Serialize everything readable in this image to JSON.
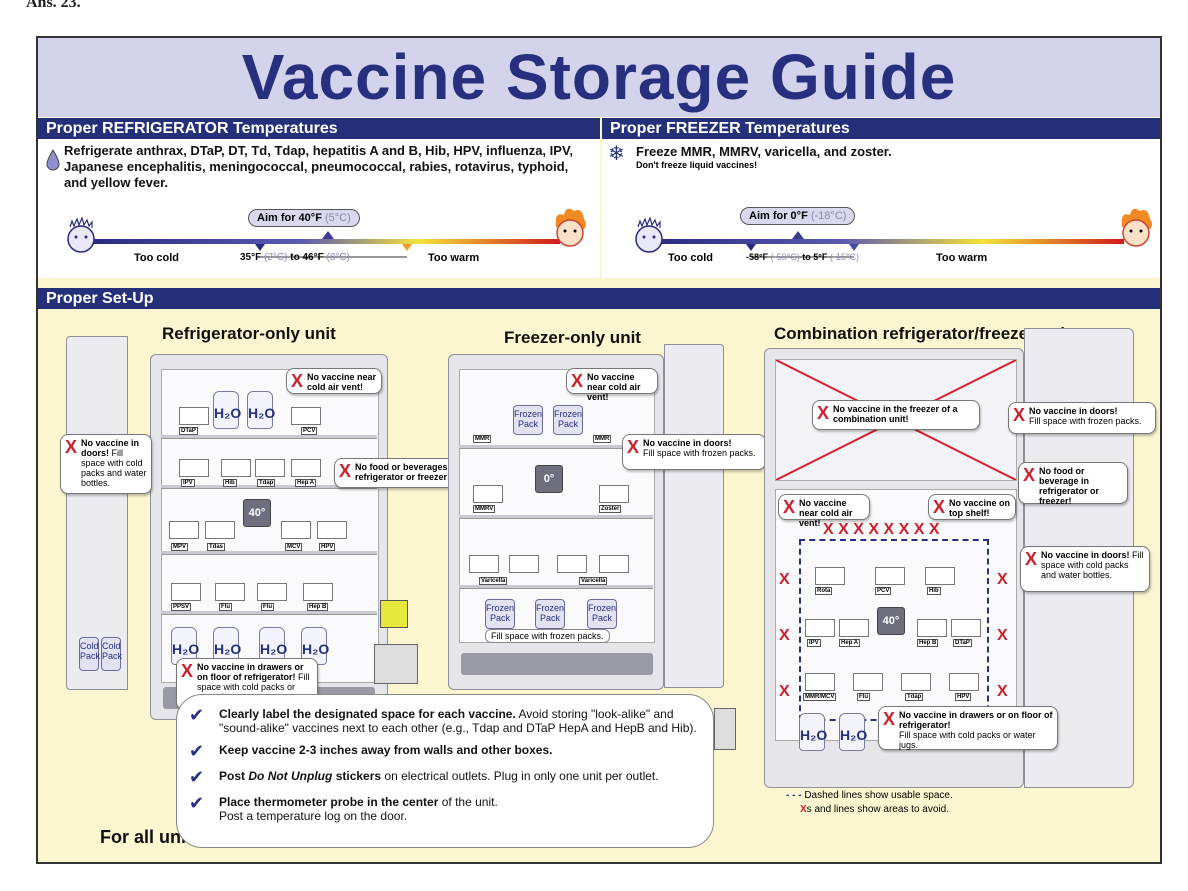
{
  "corner_text": "Ans. 23.",
  "title": "Vaccine Storage Guide",
  "refrigerator": {
    "heading": "Proper REFRIGERATOR Temperatures",
    "text": "Refrigerate anthrax, DTaP, DT, Td, Tdap, hepatitis A and B, Hib, HPV, influenza, IPV, Japanese encephalitis, meningococcal, pneumococcal, rabies, rotavirus, typhoid, and yellow fever.",
    "aim": "Aim for 40°F",
    "aim_c": "(5°C)",
    "too_cold": "Too cold",
    "too_warm": "Too warm",
    "range": "35°F",
    "range_c1": "(2°C)",
    "range_to": "to 46°F",
    "range_c2": "(8°C)"
  },
  "freezer": {
    "heading": "Proper FREEZER Temperatures",
    "text": "Freeze MMR, MMRV, varicella, and zoster.",
    "note": "Don't freeze liquid vaccines!",
    "aim": "Aim for 0°F",
    "aim_c": "(-18°C)",
    "too_cold": "Too cold",
    "too_warm": "Too warm",
    "range": "-58°F",
    "range_c1": "(-50°C)",
    "range_to": "to 5°F",
    "range_c2": "(-15°C)"
  },
  "setup": {
    "heading": "Proper Set-Up",
    "fridge_only": {
      "title": "Refrigerator-only unit",
      "labels": [
        "DTaP",
        "PCV",
        "IPV",
        "Hib",
        "Tdap",
        "Hep A",
        "MPV",
        "Tdas",
        "MCV",
        "HPV",
        "PPSV",
        "Flu",
        "Flu",
        "Hep B"
      ],
      "water": "H₂O",
      "cold_pack": "Cold Pack",
      "thermo": "40°",
      "b_vent": "No vaccine near cold air vent!",
      "b_doors": "No vaccine in doors!",
      "b_doors_sub": "Fill space with cold packs and water bottles.",
      "b_food": "No food or beverages in refrigerator or freezer!",
      "b_drawers": "No vaccine in drawers or on floor of refrigerator!",
      "b_drawers_sub": "Fill space with cold packs or water jugs."
    },
    "freezer_only": {
      "title": "Freezer-only unit",
      "labels": [
        "MMR",
        "MMR",
        "MMRV",
        "Zoster",
        "Varicella",
        "Varicella"
      ],
      "frozen_pack": "Frozen Pack",
      "thermo": "0°",
      "fill_note": "Fill space with frozen packs.",
      "b_vent": "No vaccine near cold air vent!",
      "b_doors": "No vaccine in doors!",
      "b_doors_sub": "Fill space with frozen packs."
    },
    "combo": {
      "title": "Combination refrigerator/freezer unit",
      "labels": [
        "Rota",
        "PCV",
        "Hib",
        "IPV",
        "Hep A",
        "Hep B",
        "DTaP",
        "MMR/MCV",
        "Flu",
        "Tdap",
        "HPV"
      ],
      "thermo": "40°",
      "b_freezer": "No vaccine in the freezer of a combination unit!",
      "b_doors1": "No vaccine in doors!",
      "b_doors1_sub": "Fill space with frozen packs.",
      "b_food": "No food or beverage in refrigerator or freezer!",
      "b_vent": "No vaccine near cold air vent!",
      "b_top": "No vaccine on top shelf!",
      "b_doors2": "No vaccine in doors!",
      "b_doors2_sub": "Fill space with cold packs and water bottles.",
      "b_drawers": "No vaccine in drawers or on floor of refrigerator!",
      "b_drawers_sub": "Fill space with cold packs or water jugs."
    },
    "legend_dashed": "Dashed lines show usable space.",
    "legend_x": "s and lines show areas to avoid."
  },
  "for_all": {
    "label": "For all units:",
    "items": [
      {
        "bold": "Clearly label the designated space for each vaccine.",
        "text": "Avoid storing \"look-alike\" and \"sound-alike\" vaccines next to each other (e.g., Tdap and DTaP HepA and HepB and Hib)."
      },
      {
        "bold": "Keep vaccine 2-3 inches away from walls and other boxes.",
        "text": ""
      },
      {
        "bold_pre": "Post",
        "bold_em": "Do Not Unplug",
        "bold": "stickers",
        "text": "on electrical outlets. Plug in only one unit per outlet."
      },
      {
        "bold": "Place thermometer probe in the center",
        "text": "of the unit.",
        "text2": "Post a temperature log on the door."
      }
    ]
  },
  "colors": {
    "navy": "#24317a",
    "title_band": "#d4d3ec",
    "cream": "#fbf6cf",
    "red_x": "#d0202b"
  }
}
